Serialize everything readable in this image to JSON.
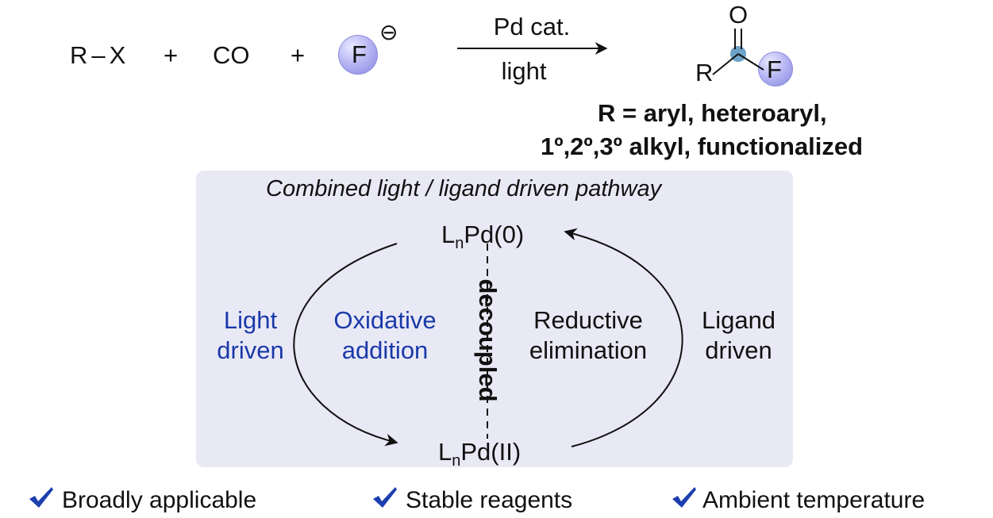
{
  "reaction": {
    "reactant1": "R",
    "reactant1_x": "X",
    "plus": "+",
    "co": "CO",
    "fluoride": "F",
    "charge": "⊖",
    "catalyst": "Pd cat.",
    "condition": "light",
    "product_o": "O",
    "product_r": "R",
    "product_f": "F",
    "scope_line1": "R = aryl, heteroaryl,",
    "scope_line2": "1º,2º,3º alkyl, functionalized"
  },
  "cycle": {
    "title": "Combined light / ligand driven pathway",
    "top_species": {
      "L": "L",
      "sub": "n",
      "rest": "Pd(0)"
    },
    "bottom_species": {
      "L": "L",
      "sub": "n",
      "rest": "Pd(II)"
    },
    "left_outer": [
      "Light",
      "driven"
    ],
    "left_inner": [
      "Oxidative",
      "addition"
    ],
    "center": "decoupled",
    "right_inner": [
      "Reductive",
      "elimination"
    ],
    "right_outer": [
      "Ligand",
      "driven"
    ]
  },
  "features": [
    {
      "icon": "checkmark-icon",
      "label": "Broadly applicable"
    },
    {
      "icon": "checkmark-icon",
      "label": "Stable reagents"
    },
    {
      "icon": "checkmark-icon",
      "label": "Ambient temperature"
    }
  ],
  "colors": {
    "blue_text": "#1a3aa8",
    "panel": "#e9e9f6",
    "ball": "#b7b7f4",
    "check": "#1e3fb0"
  }
}
